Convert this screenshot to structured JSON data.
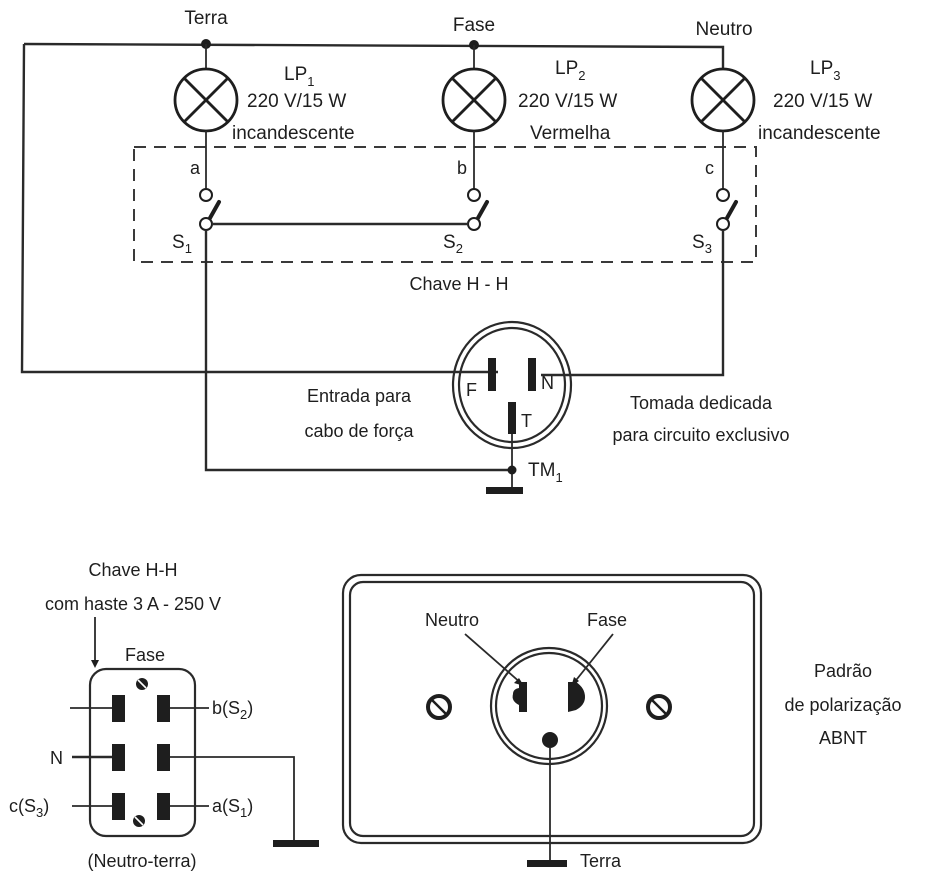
{
  "circuit": {
    "bus_labels": {
      "terra": "Terra",
      "fase": "Fase",
      "neutro": "Neutro"
    },
    "lamps": [
      {
        "id": "LP",
        "sub": "1",
        "rating": "220 V/15 W",
        "type": "incandescente",
        "switch_point": "a"
      },
      {
        "id": "LP",
        "sub": "2",
        "rating": "220 V/15 W",
        "type": "Vermelha",
        "switch_point": "b"
      },
      {
        "id": "LP",
        "sub": "3",
        "rating": "220 V/15 W",
        "type": "incandescente",
        "switch_point": "c"
      }
    ],
    "switches": [
      {
        "id": "S",
        "sub": "1"
      },
      {
        "id": "S",
        "sub": "2"
      },
      {
        "id": "S",
        "sub": "3"
      }
    ],
    "switch_group_label": "Chave H - H",
    "outlet": {
      "pins": {
        "fase": "F",
        "neutro": "N",
        "terra": "T"
      },
      "id": "TM",
      "sub": "1",
      "left_caption": [
        "Entrada para",
        "cabo de força"
      ],
      "right_caption": [
        "Tomada dedicada",
        "para circuito exclusivo"
      ]
    }
  },
  "hh_switch": {
    "title": [
      "Chave H-H",
      "com haste 3 A - 250 V"
    ],
    "top_label": "Fase",
    "bottom_label": "(Neutro-terra)",
    "terminals": {
      "left_mid": "N",
      "left_bottom_main": "c(S",
      "left_bottom_sub": "3",
      "right_top_main": "b(S",
      "right_top_sub": "2",
      "right_bottom_main": "a(S",
      "right_bottom_sub": "1",
      "close_paren": ")"
    }
  },
  "socket_plate": {
    "neutral_label": "Neutro",
    "phase_label": "Fase",
    "ground_label": "Terra",
    "side_caption": [
      "Padrão",
      "de polarização",
      "ABNT"
    ]
  }
}
